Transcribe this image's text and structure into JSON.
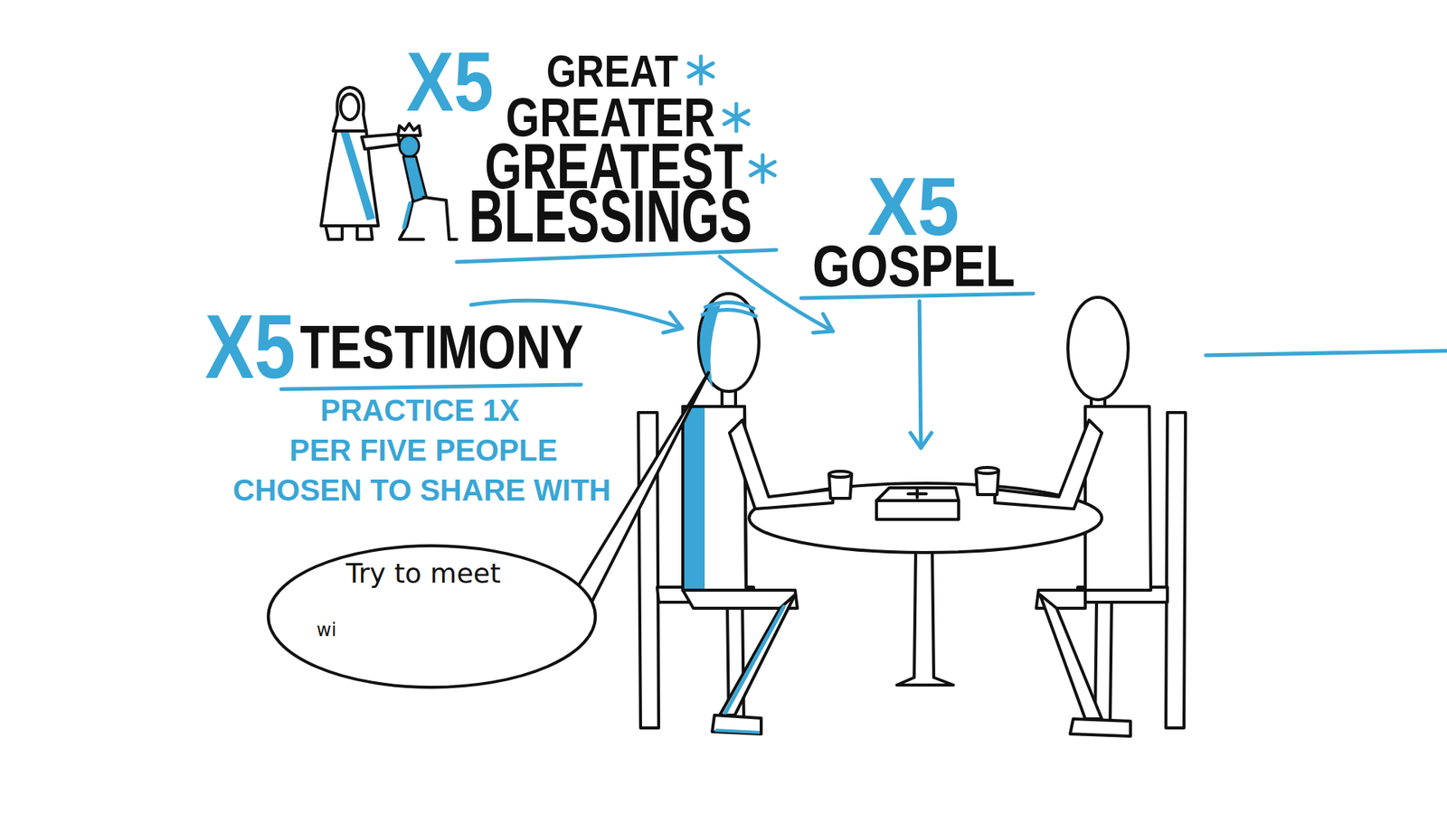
{
  "diagram": {
    "nodes": [
      {
        "text": [
          "Try to meet",
          "wi"
        ]
      }
    ],
    "labels": [
      "X5",
      "GREAT",
      "GREATER",
      "GREATEST",
      "BLESSINGS",
      "X5",
      "GOSPEL",
      "X5",
      "TESTIMONY",
      "PRACTICE 1X",
      "PER FIVE PEOPLE",
      "CHOSEN TO SHARE WITH"
    ]
  }
}
